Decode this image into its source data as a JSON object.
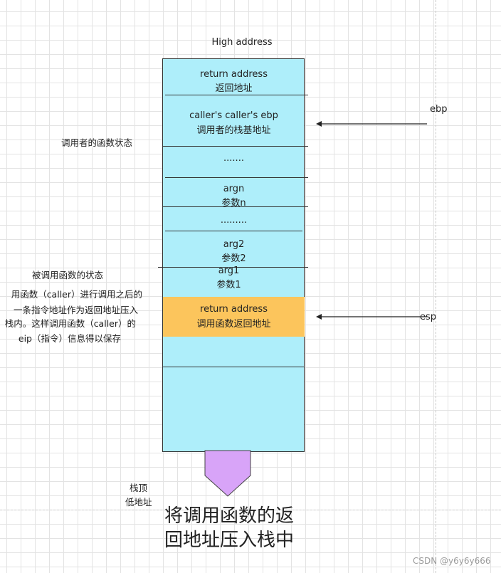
{
  "top_label": "High address",
  "cells": [
    {
      "line1": "return address",
      "line2": "返回地址"
    },
    {
      "line1": "caller's caller's ebp",
      "line2": "调用者的栈基地址"
    },
    {
      "line1": "......."
    },
    {
      "line1": "argn",
      "line2": "参数n"
    },
    {
      "line1": "........."
    },
    {
      "line1": "arg2",
      "line2": "参数2"
    },
    {
      "line1": "arg1",
      "line2": "参数1"
    },
    {
      "line1": "return address",
      "line2": "调用函数返回地址"
    }
  ],
  "left_labels": {
    "caller_state": "调用者的函数状态",
    "callee_state": "被调用函数的状态",
    "note_lines": [
      "用函数（caller）进行调用之后的",
      "一条指令地址作为返回地址压入",
      "栈内。这样调用函数（caller）的",
      "eip（指令）信息得以保存"
    ]
  },
  "registers": {
    "ebp": "ebp",
    "esp": "esp"
  },
  "stack_top_lines": [
    "栈顶",
    "低地址"
  ],
  "caption_lines": [
    "将调用函数的返",
    "回地址压入栈中"
  ],
  "watermark": "CSDN @y6y6y666",
  "colors": {
    "stack_fill": "#aeeefa",
    "highlight_fill": "#fcc55c",
    "pointer_fill": "#d8a4f8"
  }
}
